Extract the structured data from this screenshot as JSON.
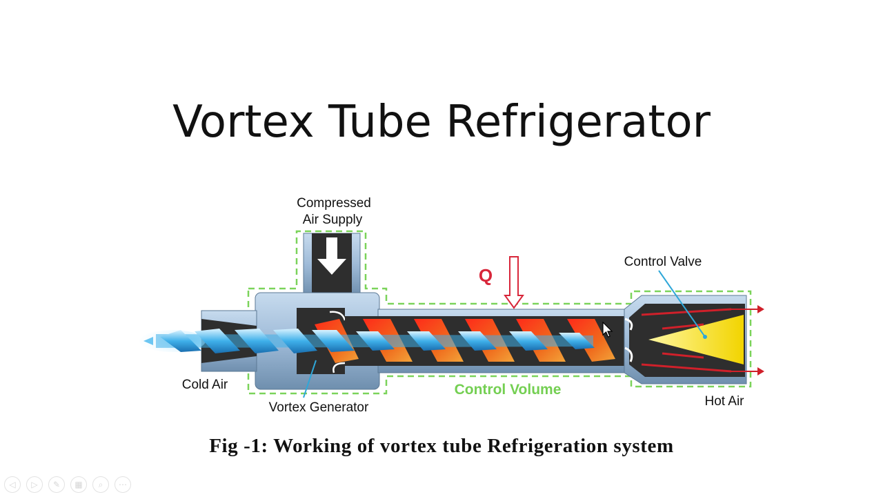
{
  "slide": {
    "title": "Vortex Tube Refrigerator",
    "caption": "Fig -1: Working of vortex tube Refrigeration system"
  },
  "diagram": {
    "labels": {
      "compressed_air_line1": "Compressed",
      "compressed_air_line2": "Air Supply",
      "heat_q": "Q",
      "control_valve": "Control Valve",
      "cold_air": "Cold Air",
      "vortex_generator": "Vortex Generator",
      "control_volume": "Control Volume",
      "hot_air": "Hot Air"
    },
    "colors": {
      "tube_body": "#a9c4de",
      "tube_dark": "#3a3a3a",
      "cold_flow": "#4fb8ea",
      "hot_flow": "#e8452a",
      "control_volume_outline": "#7bd35a",
      "valve": "#f5e000",
      "heat_arrow": "#d8263a"
    }
  },
  "toolbar": {
    "icons": [
      "prev-icon",
      "next-icon",
      "pen-icon",
      "slides-icon",
      "zoom-icon",
      "more-icon"
    ],
    "glyphs": [
      "◁",
      "▷",
      "✎",
      "▦",
      "⌕",
      "⋯"
    ]
  }
}
